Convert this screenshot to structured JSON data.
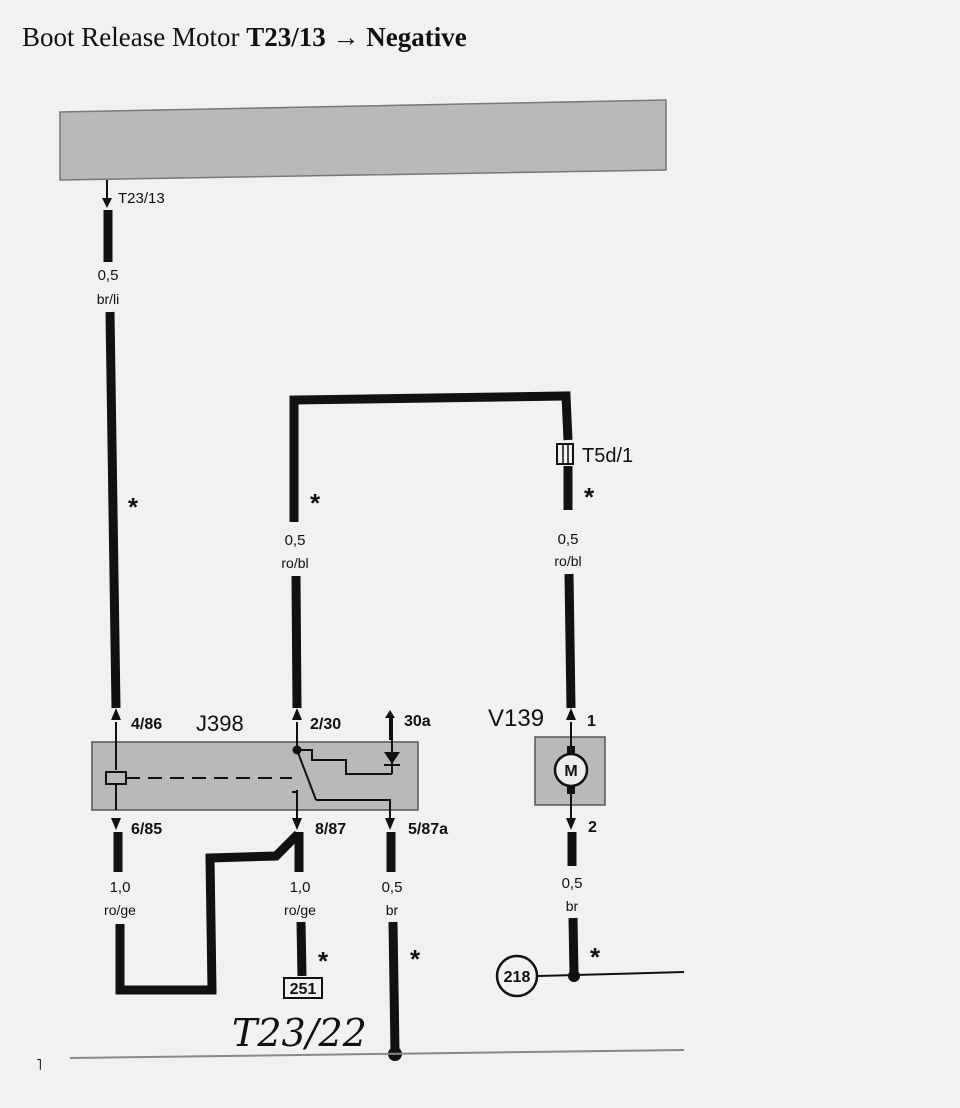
{
  "header": {
    "title_prefix": "Boot Release Motor",
    "title_from": "T23/13",
    "title_arrow": "→",
    "title_to": "Negative"
  },
  "diagram": {
    "connector_top": "T23/13",
    "wire_left_top": {
      "size": "0,5",
      "color": "br/li"
    },
    "wire_mid_top": {
      "size": "0,5",
      "color": "ro/bl"
    },
    "wire_right_top": {
      "size": "0,5",
      "color": "ro/bl"
    },
    "connector_right": "T5d/1",
    "asterisk": "*",
    "relay": {
      "name": "J398",
      "pin_4_86": "4/86",
      "pin_2_30": "2/30",
      "pin_30a": "30a",
      "pin_6_85": "6/85",
      "pin_8_87": "8/87",
      "pin_5_87a": "5/87a"
    },
    "motor": {
      "name": "V139",
      "symbol": "M",
      "pin_1": "1",
      "pin_2": "2"
    },
    "wire_left_bottom": {
      "size": "1,0",
      "color": "ro/ge"
    },
    "wire_mid_bottom": {
      "size": "1,0",
      "color": "ro/ge"
    },
    "wire_br_bottom": {
      "size": "0,5",
      "color": "br"
    },
    "wire_motor_bottom": {
      "size": "0,5",
      "color": "br"
    },
    "ref_box": "251",
    "ground_ref": "218",
    "handwritten_note": "T23/22",
    "corner_mark": "˥"
  }
}
